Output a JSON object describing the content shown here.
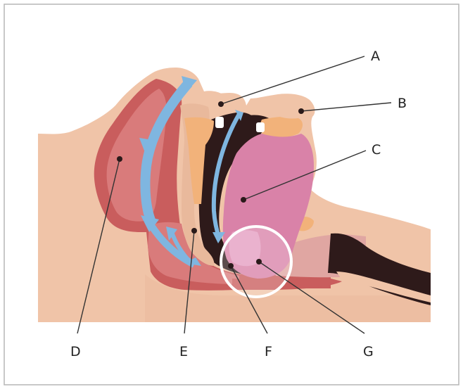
{
  "colors": {
    "skin": "#f0c4a8",
    "skin_shade": "#e9b99c",
    "nasal_cavity": "#c95d5d",
    "nasal_cavity_light": "#d97b7b",
    "tongue": "#d982a8",
    "tongue_light": "#e6a0c2",
    "airway": "#2e1a1a",
    "bone": "#f2b27a",
    "airflow_arrow": "#7fb6e0",
    "highlight_ring": "#ffffff",
    "frame": "#b0b0b0"
  },
  "labels": {
    "a": "A",
    "b": "B",
    "c": "C",
    "d": "D",
    "e": "E",
    "f": "F",
    "g": "G"
  },
  "icons": {
    "airflow": "curved-arrow-icon",
    "focus": "circle-highlight"
  }
}
